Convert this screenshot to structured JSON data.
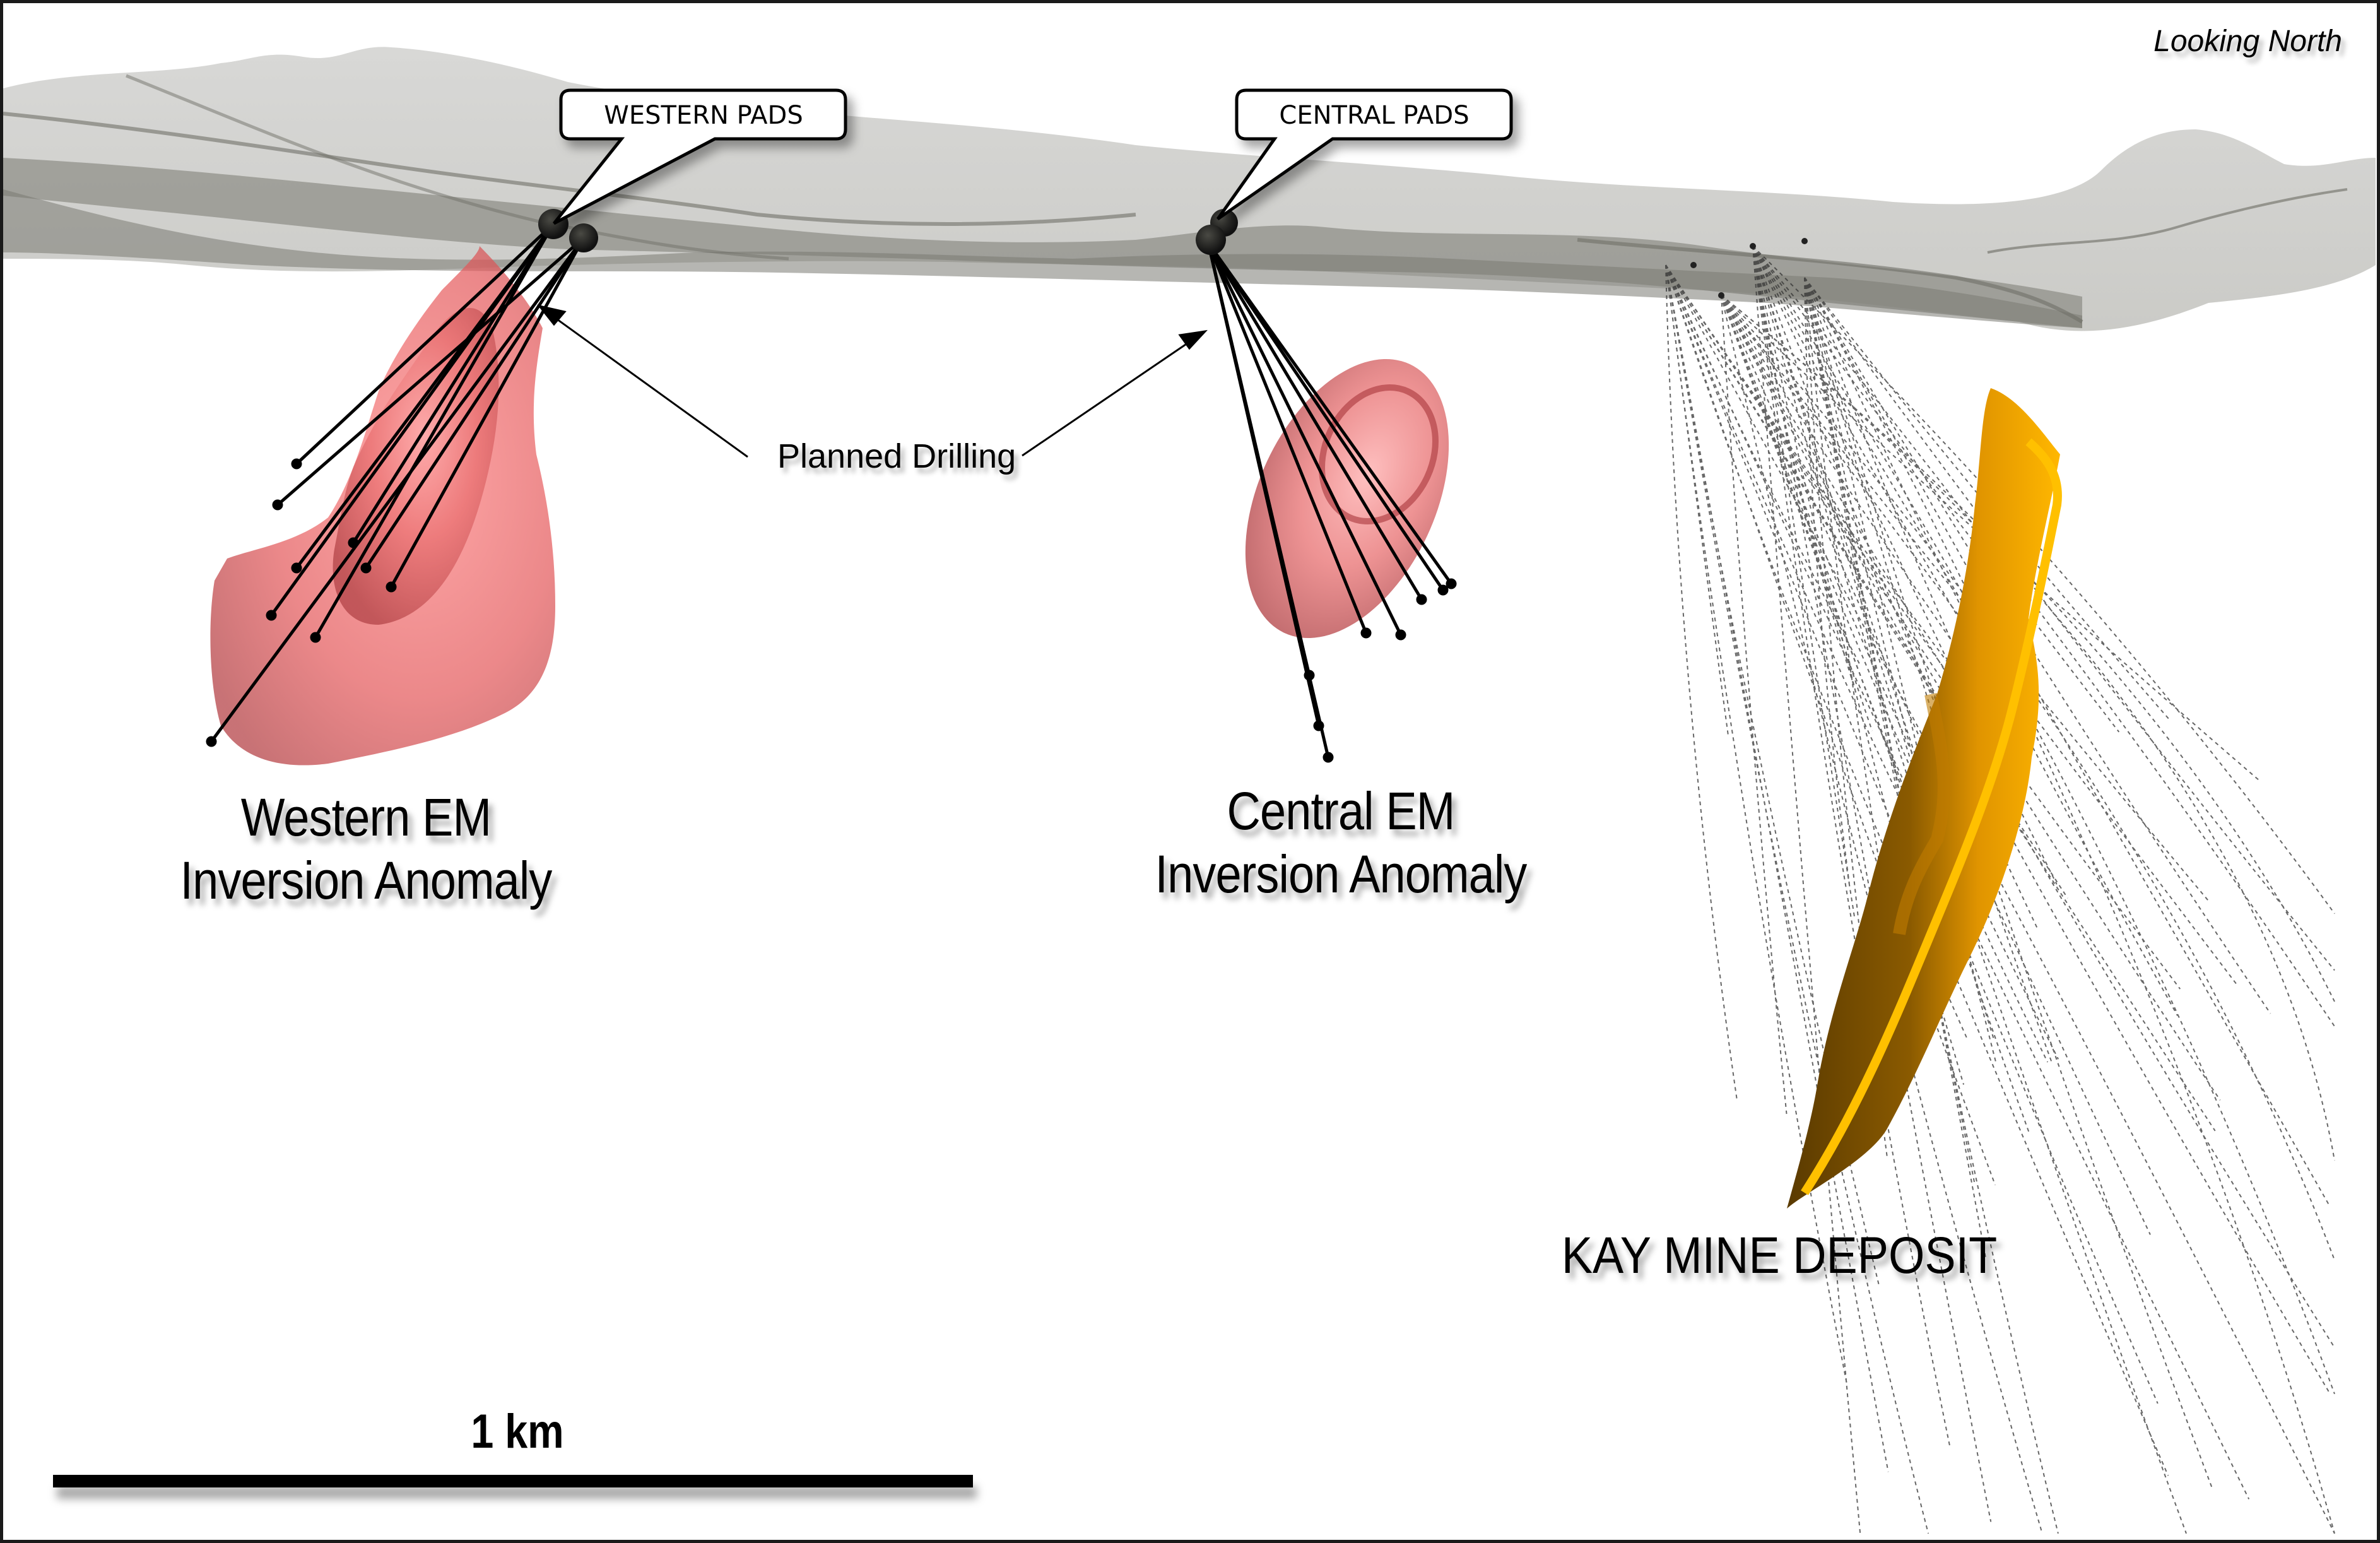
{
  "figure": {
    "view_direction": "Looking North",
    "scale_bar_label": "1 km",
    "callouts": {
      "western_pads": "WESTERN PADS",
      "central_pads": "CENTRAL PADS"
    },
    "annotations": {
      "planned_drilling": "Planned Drilling"
    },
    "targets": {
      "western_em_line1": "Western EM",
      "western_em_line2": "Inversion Anomaly",
      "central_em_line1": "Central EM",
      "central_em_line2": "Inversion Anomaly",
      "kay_mine": "KAY MINE DEPOSIT"
    },
    "colors": {
      "em_anomaly": "#e8585a",
      "deposit": "#f0a000",
      "deposit_shadow": "#5a3a00",
      "topography": "#a8a8a0",
      "drillhole": "#000000"
    }
  }
}
